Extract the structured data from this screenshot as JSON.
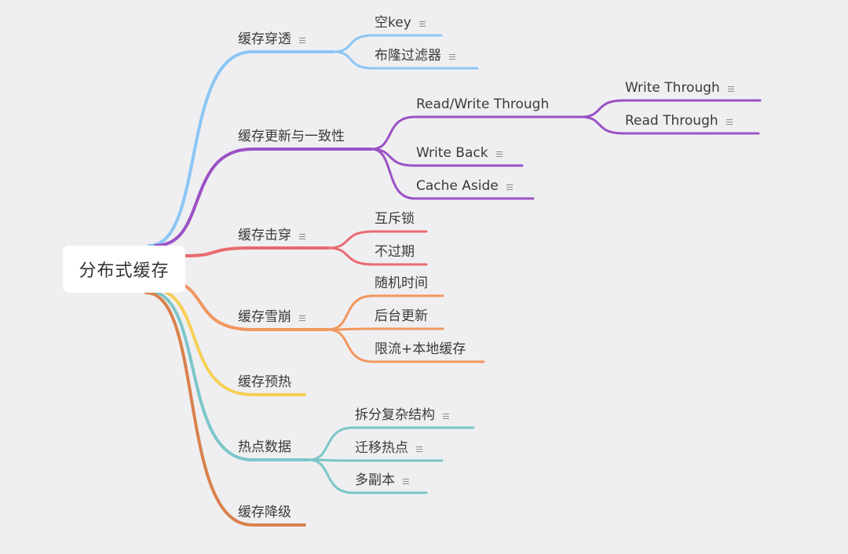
{
  "root": {
    "label": "分布式缓存"
  },
  "colors": {
    "blue": "#8cc6f5",
    "purple": "#9b52c4",
    "red": "#e96b6e",
    "orange": "#f0975f",
    "yellow": "#f6cf55",
    "teal": "#7cc6c9",
    "brown": "#d9814d"
  },
  "note_icon": "note-lines-icon",
  "branches": [
    {
      "label": "缓存穿透",
      "note": true,
      "color": "blue",
      "children": [
        {
          "label": "空key",
          "note": true
        },
        {
          "label": "布隆过滤器",
          "note": true
        }
      ]
    },
    {
      "label": "缓存更新与一致性",
      "note": false,
      "color": "purple",
      "children": [
        {
          "label": "Read/Write Through",
          "note": false,
          "children": [
            {
              "label": "Write Through",
              "note": true
            },
            {
              "label": "Read Through",
              "note": true
            }
          ]
        },
        {
          "label": "Write Back",
          "note": true
        },
        {
          "label": "Cache Aside",
          "note": true
        }
      ]
    },
    {
      "label": "缓存击穿",
      "note": true,
      "color": "red",
      "children": [
        {
          "label": "互斥锁",
          "note": false
        },
        {
          "label": "不过期",
          "note": false
        }
      ]
    },
    {
      "label": "缓存雪崩",
      "note": true,
      "color": "orange",
      "children": [
        {
          "label": "随机时间",
          "note": false
        },
        {
          "label": "后台更新",
          "note": false
        },
        {
          "label": "限流+本地缓存",
          "note": false
        }
      ]
    },
    {
      "label": "缓存预热",
      "note": false,
      "color": "yellow",
      "children": []
    },
    {
      "label": "热点数据",
      "note": false,
      "color": "teal",
      "children": [
        {
          "label": "拆分复杂结构",
          "note": true
        },
        {
          "label": "迁移热点",
          "note": true
        },
        {
          "label": "多副本",
          "note": true
        }
      ]
    },
    {
      "label": "缓存降级",
      "note": false,
      "color": "brown",
      "children": []
    }
  ]
}
